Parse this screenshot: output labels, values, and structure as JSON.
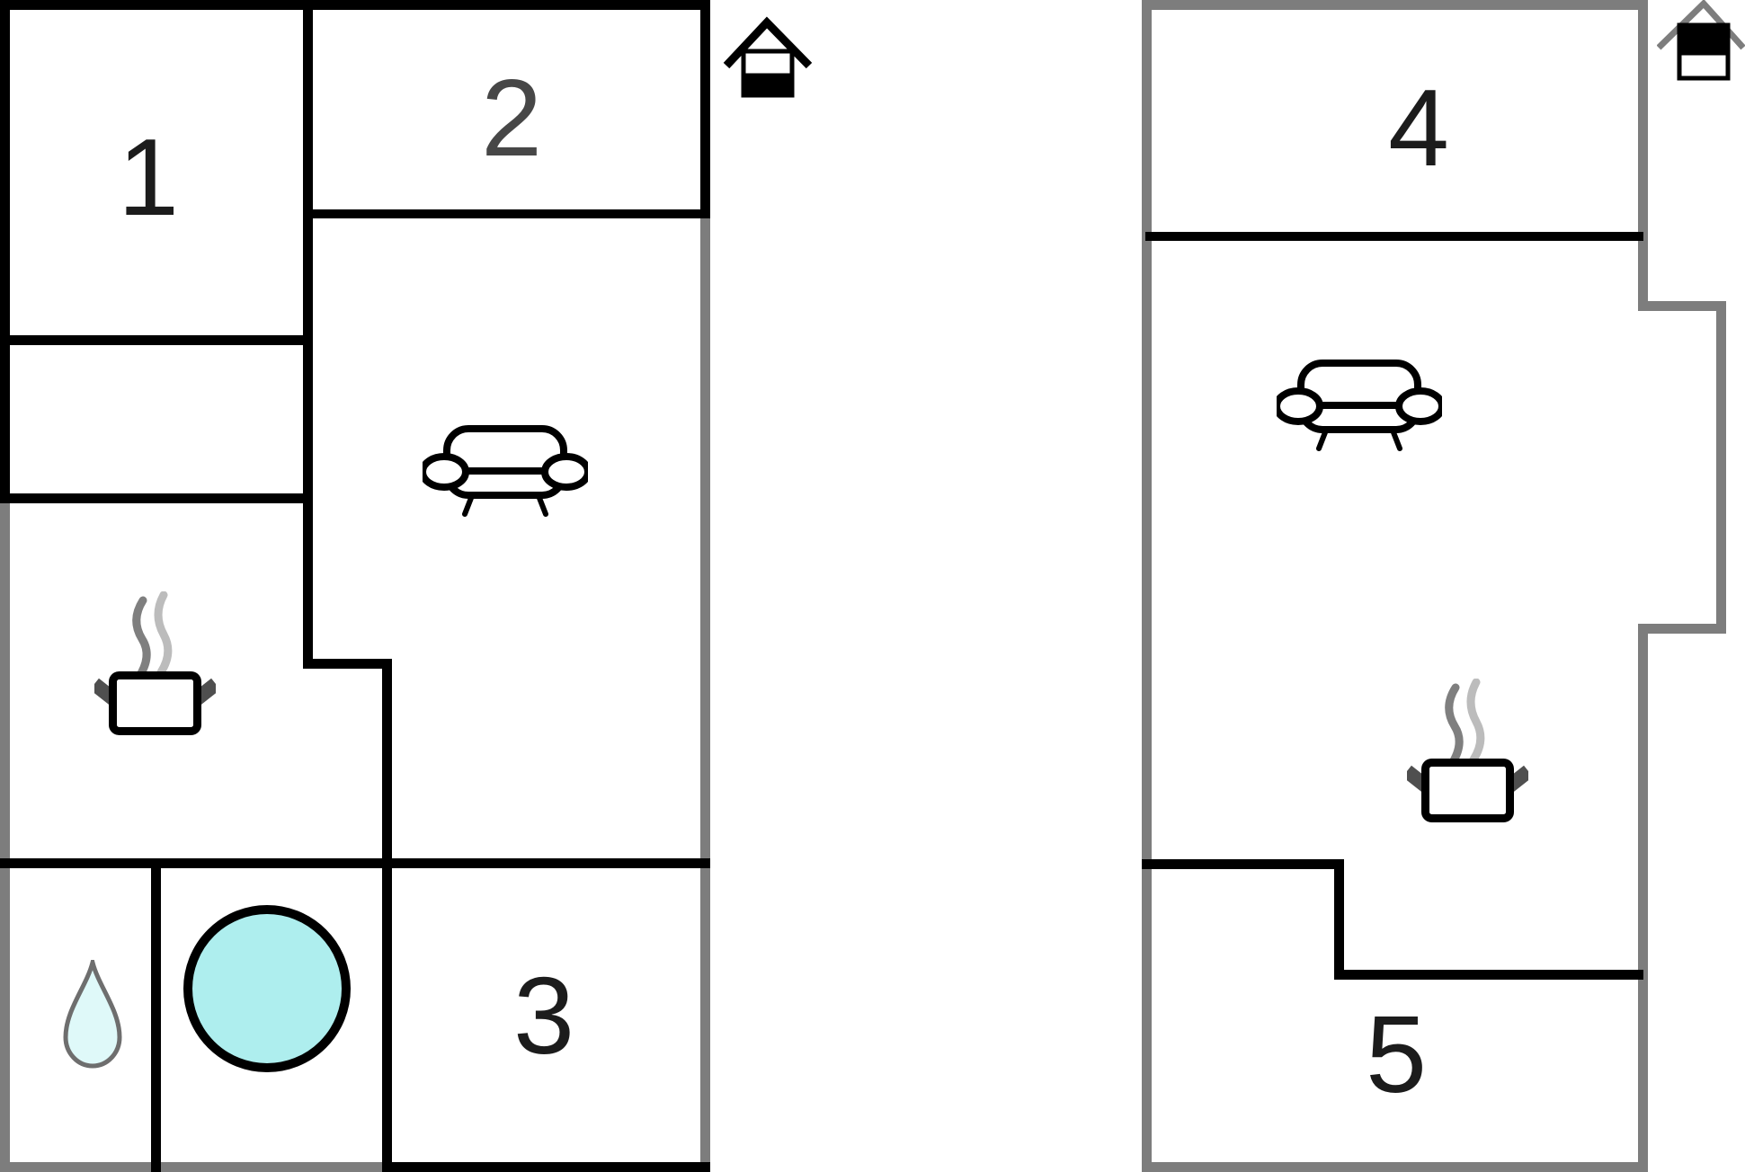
{
  "document": {
    "type": "floor-plan",
    "plan_count": 2
  },
  "colors": {
    "wall_gray": "#7d7d7d",
    "wall_black": "#000000",
    "room_fill": "#ffffff",
    "basin_fill": "#aeeeee",
    "basin_stroke": "#000000",
    "drop_fill": "#dff9f9",
    "drop_stroke": "#6e6e6e",
    "steam_dark": "#7f7f7f",
    "steam_light": "#bcbcbc",
    "pot_handle": "#4f4f4f",
    "label_dark": "#1c1c1c",
    "label_gray": "#474747"
  },
  "left_plan": {
    "storey_indicator": "lower-level",
    "rooms": [
      {
        "id": "room-1",
        "label": "1"
      },
      {
        "id": "room-2",
        "label": "2"
      },
      {
        "id": "room-3",
        "label": "3"
      }
    ],
    "features": [
      "sofa",
      "cooking-pot",
      "water-drop",
      "round-basin"
    ]
  },
  "right_plan": {
    "storey_indicator": "upper-level",
    "rooms": [
      {
        "id": "room-4",
        "label": "4"
      },
      {
        "id": "room-5",
        "label": "5"
      }
    ],
    "features": [
      "sofa",
      "cooking-pot"
    ]
  }
}
